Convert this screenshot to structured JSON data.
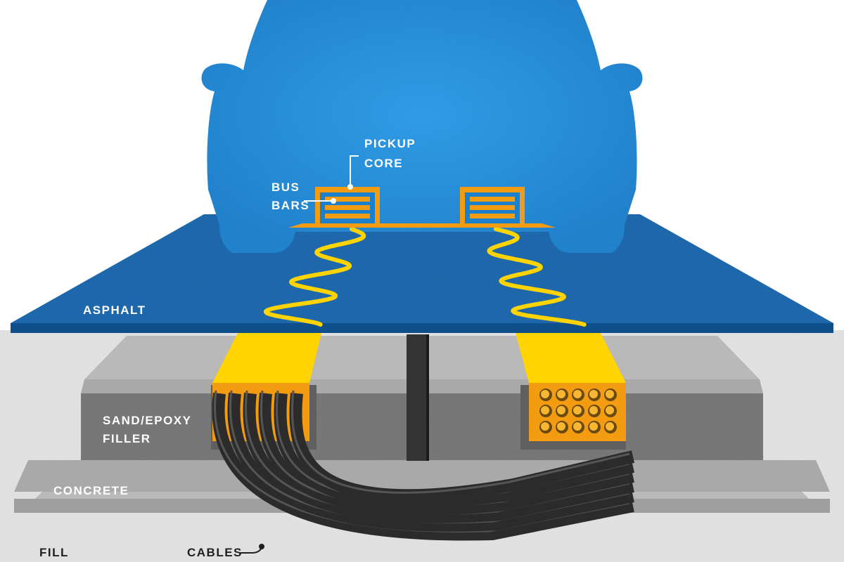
{
  "labels": {
    "pickup_core": [
      "PICKUP",
      "CORE"
    ],
    "bus_bars": [
      "BUS",
      "BARS"
    ],
    "asphalt": "ASPHALT",
    "sand_epoxy_filler": [
      "SAND/EPOXY",
      "FILLER"
    ],
    "concrete": "CONCRETE",
    "fill": "FILL",
    "cables": "CABLES"
  },
  "colors": {
    "car": "#1e88d4",
    "asphalt": "#1663ab",
    "asphalt_edge": "#0f4f8c",
    "pickup": "#f39c12",
    "cable_channel": "#ffd400",
    "coil": "#ffd400",
    "sand_filler": "#707070",
    "concrete": "#a9a9a9",
    "concrete_top": "#b9b9b9",
    "fill": "#e4e4e4",
    "cables": "#2b2b2b",
    "joint": "#333333"
  }
}
